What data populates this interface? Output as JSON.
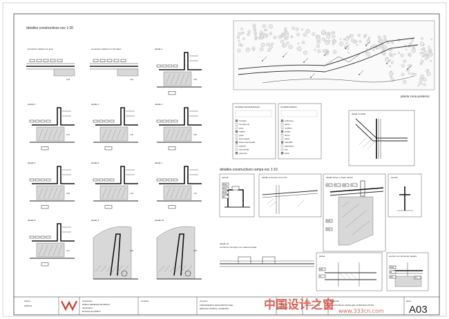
{
  "sheet": {
    "sheet_number": "A03"
  },
  "titles": {
    "details_1_20": "detalles constructivos   esc 1:20",
    "ramp_details": "detalles constructivos rampa   esc 1:10",
    "rear_zone_plan": "planta zona posterior"
  },
  "details": [
    {
      "id": "d-a",
      "label": "encuentro madera con losa"
    },
    {
      "id": "d-b",
      "label": "encuentro madera con hormigón"
    },
    {
      "id": "d-1",
      "label": "detalle 1"
    },
    {
      "id": "d-2",
      "label": "detalle 2"
    },
    {
      "id": "d-3",
      "label": "detalle 3"
    },
    {
      "id": "d-4",
      "label": "detalle 4"
    },
    {
      "id": "d-5",
      "label": "detalle 5"
    },
    {
      "id": "d-6",
      "label": "detalle 6"
    },
    {
      "id": "d-7",
      "label": "detalle 7"
    },
    {
      "id": "d-8",
      "label": "detalle 8"
    },
    {
      "id": "d-9",
      "label": "detalle 9"
    },
    {
      "id": "d-10",
      "label": "detalle 10"
    }
  ],
  "ramp_details": {
    "section": "sección",
    "wall_junction": "detalle encuentro con muro",
    "support_detail": "detalle apoyo y losete rampa",
    "section_2": "sección",
    "cross_detail": "detalle cruzado",
    "detail_10": "detalle 10",
    "detail_10_caption": "encuentro hormigón con madera tricapa",
    "plan": "planta",
    "section_wood": "sección con tarima de madera"
  },
  "legends": {
    "materials_title": "LEYENDA DE MATERIALES",
    "materials_items": [
      "hormigón",
      "hormigón HA",
      "acero",
      "madera",
      "grava",
      "tierra vegetal",
      "lámina impermeable",
      "geotextil",
      "tubo drenaje",
      "pavimento"
    ],
    "pieces_title": "LEYENDA PIEZAS",
    "pieces_items": [
      "perfil acero",
      "pletina",
      "tornillería",
      "anclaje",
      "tarima",
      "rastrel",
      "barandilla",
      "pasamanos",
      "losa",
      "banco"
    ]
  },
  "tags": [
    "PHA",
    "PH1",
    "PH2",
    "M",
    "AR",
    "TV",
    "HM",
    "G"
  ],
  "dims": [
    "0,30",
    "0,20",
    "0,05",
    "0,10",
    "1,00",
    "0,50",
    "0,80",
    "1,20",
    "+0,5",
    "+0,3"
  ],
  "title_block": {
    "client_label": "cliente",
    "client_value": "WÜRTH",
    "architects_label": "arquitectos",
    "architects_value": "PABLO SERRANO ELORDUY",
    "designer_label": "diseñadora",
    "designer_value": "BLANCA ELORDUY",
    "contact_label": "contacto",
    "project_label": "proyecto",
    "project_value_1": "TRATAMIENTO PAISAJÍSTICO DEL",
    "project_value_2": "EDIFICIO WÜRTH, LOGROÑO",
    "scale_label": "escala",
    "scale_value_1": "1/20 1/50",
    "scale_value_2": "1/10 1/100",
    "date_label": "fecha",
    "date_value": "FEBRERO 2008",
    "content_label": "contenido",
    "content_value": "PLANTA BAJA, DETALLES CONSTRUCTIVOS",
    "plan_label": "plano"
  },
  "watermark": {
    "text_cn": "中国设计之窗",
    "url": "www.333cn.com"
  },
  "colors": {
    "line": "#222222",
    "soil": "#d8d8d8",
    "watermark": "#d33a2c"
  }
}
